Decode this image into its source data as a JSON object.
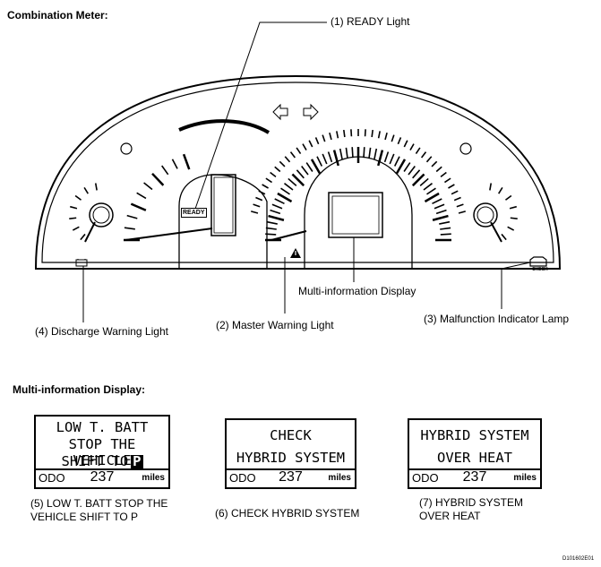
{
  "headings": {
    "combination_meter": "Combination Meter:",
    "multi_info_display": "Multi-information Display:"
  },
  "callouts": {
    "ready_light": "(1) READY  Light",
    "multi_info_display": "Multi-information Display",
    "discharge_warning": "(4) Discharge Warning Light",
    "master_warning": "(2) Master Warning Light",
    "malfunction_lamp": "(3) Malfunction Indicator Lamp"
  },
  "gauge": {
    "ready_indicator": "READY",
    "check_lamp": "CHECK"
  },
  "displays": [
    {
      "lines": [
        "LOW T. BATT",
        "STOP THE VEHICLE",
        "SHIFT TO"
      ],
      "shift_symbol": "P",
      "odo_label": "ODO",
      "odo_value": "237",
      "odo_unit": "miles",
      "caption_1": "(5) LOW T. BATT STOP THE",
      "caption_2": "VEHICLE SHIFT TO P"
    },
    {
      "lines": [
        "CHECK",
        "HYBRID SYSTEM"
      ],
      "odo_label": "ODO",
      "odo_value": "237",
      "odo_unit": "miles",
      "caption_1": "(6) CHECK HYBRID SYSTEM"
    },
    {
      "lines": [
        "HYBRID SYSTEM",
        "OVER HEAT"
      ],
      "odo_label": "ODO",
      "odo_value": "237",
      "odo_unit": "miles",
      "caption_1": "(7) HYBRID SYSTEM",
      "caption_2": "OVER HEAT"
    }
  ],
  "document_id": "D101602E01"
}
